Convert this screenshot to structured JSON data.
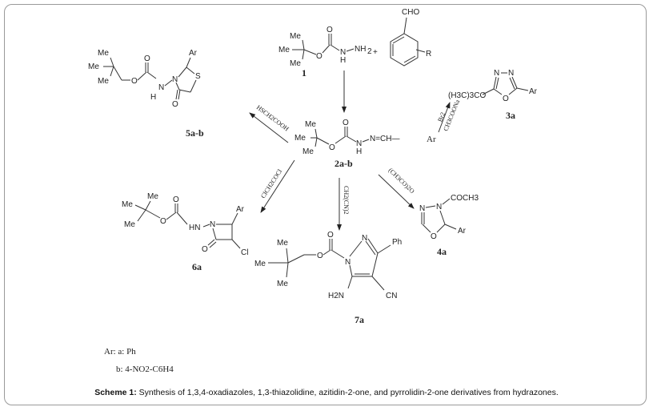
{
  "compounds": {
    "c1": {
      "label": "1",
      "me": "Me",
      "o": "O",
      "nh": "N",
      "h": "H",
      "nh2": "NH",
      "nh2_sub": "2",
      "plus": "+"
    },
    "aldehyde": {
      "cho": "CHO",
      "r": "R"
    },
    "c2": {
      "label": "2a-b",
      "me": "Me",
      "o": "O",
      "n": "N",
      "h": "H",
      "chain": "N=CH—",
      "ar": "Ar"
    },
    "c3": {
      "label": "3a",
      "tbuo": "(H3C)3CO",
      "n": "N",
      "o": "O",
      "ar": "Ar"
    },
    "c4": {
      "label": "4a",
      "n": "N",
      "o": "O",
      "acetyl": "COCH3",
      "ar": "Ar"
    },
    "c5": {
      "label": "5a-b",
      "me": "Me",
      "o": "O",
      "nh": "N",
      "h": "H",
      "n": "N",
      "s": "S",
      "ar": "Ar"
    },
    "c6": {
      "label": "6a",
      "me": "Me",
      "o": "O",
      "hn": "HN",
      "n": "N",
      "ar": "Ar",
      "cl": "Cl"
    },
    "c7": {
      "label": "7a",
      "me": "Me",
      "o": "O",
      "n": "N",
      "ph": "Ph",
      "h2n": "H2N",
      "cn": "CN"
    }
  },
  "reagents": {
    "to_3a": [
      "Br2",
      "CH3COONa"
    ],
    "to_4a": "(CH3CO)2O",
    "to_5": "HSCH2COOH",
    "to_6a": "ClCH2COCl",
    "to_7a": "CH2(CN)2"
  },
  "legend": {
    "line1": "Ar: a: Ph",
    "line2": "b: 4-NO2-C6H4"
  },
  "caption": {
    "bold": "Scheme 1:",
    "text": " Synthesis of 1,3,4-oxadiazoles, 1,3-thiazolidine, azitidin-2-one, and pyrrolidin-2-one derivatives from hydrazones."
  }
}
